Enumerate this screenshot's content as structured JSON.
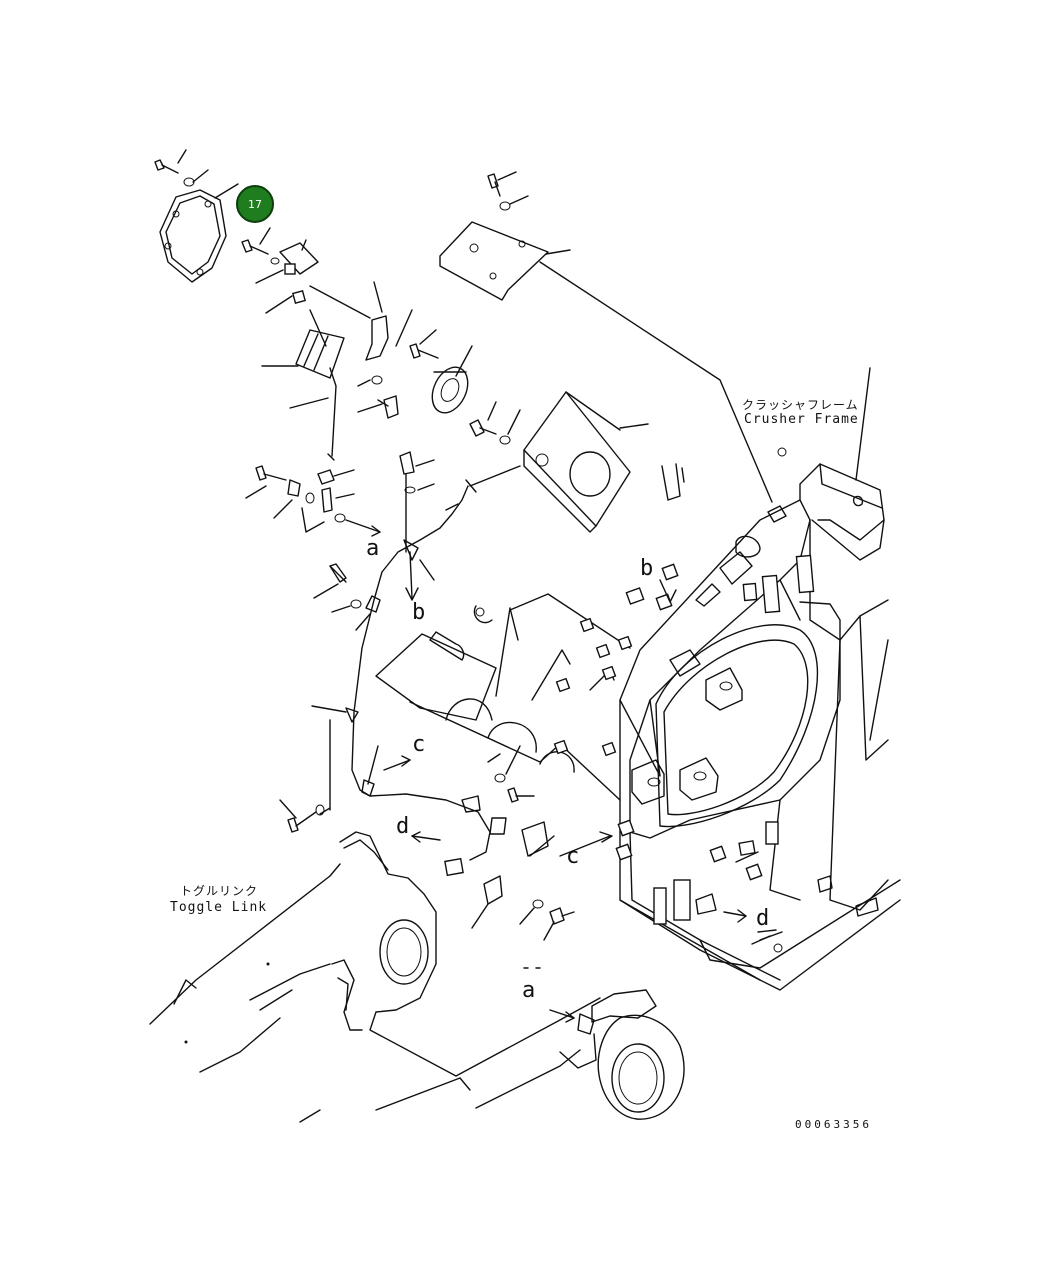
{
  "labels": {
    "crusher_frame_jp": "クラッシャフレーム",
    "crusher_frame_en": "Crusher Frame",
    "toggle_link_jp": "トグルリンク",
    "toggle_link_en": "Toggle Link",
    "drawing_number": "00063356"
  },
  "callout": {
    "number": "17",
    "color": "#1f7d1f"
  },
  "reference_letters": [
    "a",
    "b",
    "c",
    "d",
    "a",
    "b",
    "c",
    "d"
  ]
}
